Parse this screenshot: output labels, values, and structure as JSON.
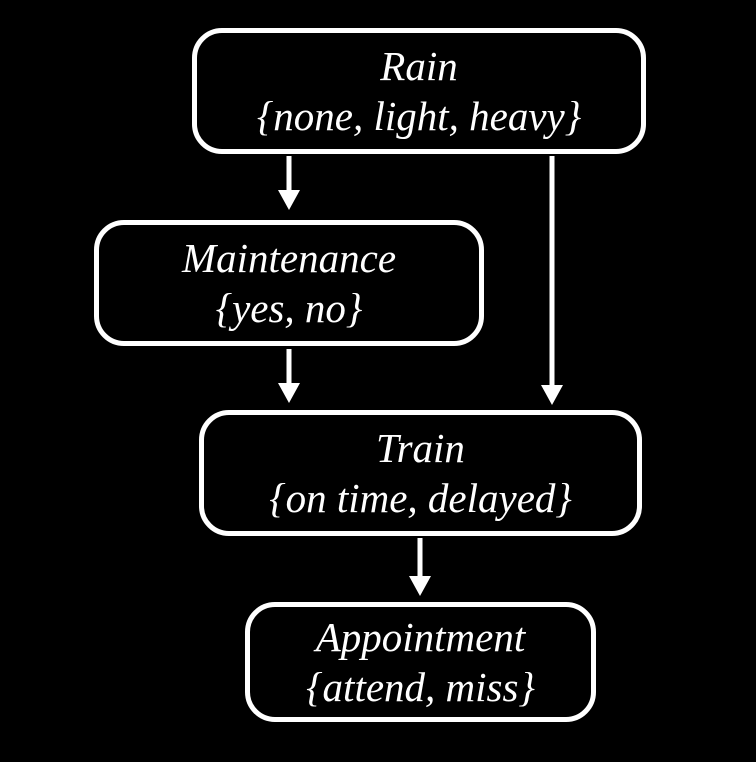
{
  "window": {
    "background_color": "#000000",
    "foreground_color": "#ffffff"
  },
  "diagram": {
    "nodes": {
      "rain": {
        "label": "Rain",
        "domain": "{none, light, heavy}"
      },
      "maintenance": {
        "label": "Maintenance",
        "domain": "{yes, no}"
      },
      "train": {
        "label": "Train",
        "domain": "{on time, delayed}"
      },
      "appointment": {
        "label": "Appointment",
        "domain": "{attend, miss}"
      }
    },
    "edges": [
      {
        "from": "rain",
        "to": "maintenance"
      },
      {
        "from": "rain",
        "to": "train"
      },
      {
        "from": "maintenance",
        "to": "train"
      },
      {
        "from": "train",
        "to": "appointment"
      }
    ]
  }
}
